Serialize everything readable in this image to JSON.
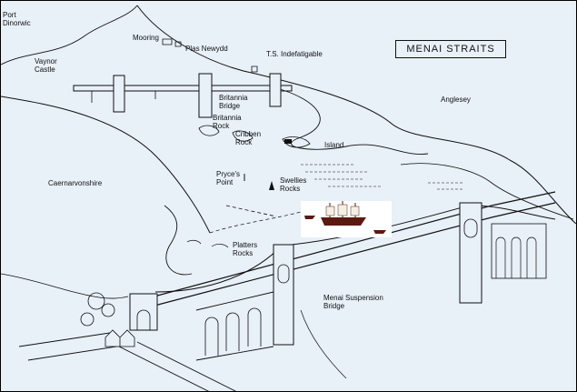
{
  "map": {
    "title": "MENAI STRAITS",
    "labels": {
      "port_dinorwic": "Port\nDinorwic",
      "mooring": "Mooring",
      "plas_newydd": "Plas Newydd",
      "ts_indefatigable": "T.S. Indefatigable",
      "vaynor_castle": "Vaynor\nCastle",
      "anglesey": "Anglesey",
      "britannia_bridge": "Britannia\nBridge",
      "britannia_rock": "Britannia\nRock",
      "cribben_rock": "Cribben\nRock",
      "island": "Island",
      "caernarvonshire": "Caernarvonshire",
      "pryces_point": "Pryce's\nPoint",
      "swellies_rocks": "Swellies\nRocks",
      "platters_rocks": "Platters\nRocks",
      "menai_suspension_bridge": "Menai Suspension\nBridge"
    }
  },
  "colors": {
    "background": "#e8f0f8",
    "ink": "#111111",
    "ship_hull": "#5a1a10",
    "ship_sail": "#f4efe4",
    "ship_backdrop": "#ffffff"
  },
  "icons": [
    "britannia-bridge-icon",
    "menai-suspension-bridge-icon",
    "sailing-ship-icon",
    "tug-boat-icon",
    "house-icon",
    "tree-icon"
  ]
}
